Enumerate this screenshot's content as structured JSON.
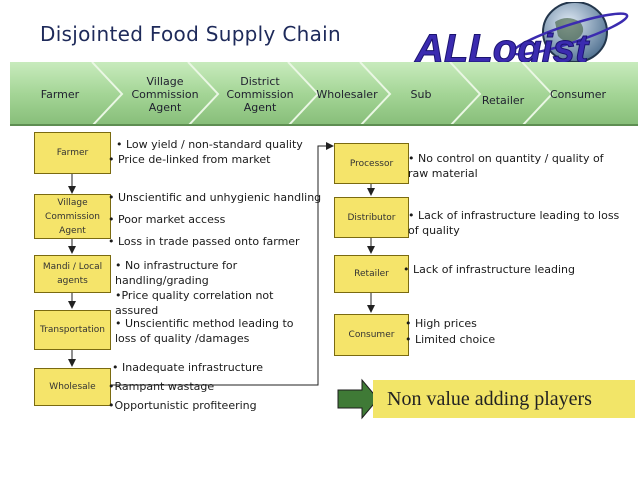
{
  "title": "Disjointed Food Supply Chain",
  "logo": {
    "text": "ALLogist",
    "name": "allogistics-globe-logo"
  },
  "band": [
    {
      "label": "Farmer"
    },
    {
      "label": "Village\nCommission\nAgent"
    },
    {
      "label": "District\nCommission\nAgent"
    },
    {
      "label": "Wholesaler"
    },
    {
      "label": "Sub"
    },
    {
      "label": "Retailer"
    },
    {
      "label": "Consumer"
    }
  ],
  "left_steps": [
    {
      "label": "Farmer",
      "bullets": [
        "• Low yield / non-standard quality",
        "• Price de-linked from market"
      ]
    },
    {
      "label": "Village\nCommission\nAgent",
      "bullets": [
        "• Unscientific and unhygienic  handling",
        "• Poor market access",
        "• Loss in trade passed onto farmer"
      ]
    },
    {
      "label": "Mandi / Local\nagents",
      "bullets": [
        "• No infrastructure for",
        "handling/grading",
        "•Price quality correlation not",
        "assured"
      ]
    },
    {
      "label": "Transportation",
      "bullets": [
        "• Unscientific method leading to",
        "loss of quality /damages"
      ]
    },
    {
      "label": "Wholesale",
      "bullets": [
        "• Inadequate infrastructure",
        "•Rampant wastage",
        "•Opportunistic profiteering"
      ]
    }
  ],
  "right_steps": [
    {
      "label": "Processor",
      "bullets": [
        "• No control on quantity / quality of",
        "raw material"
      ]
    },
    {
      "label": "Distributor",
      "bullets": [
        "• Lack of infrastructure leading to loss",
        "of quality"
      ]
    },
    {
      "label": "Retailer",
      "bullets": [
        "• Lack of infrastructure leading"
      ]
    },
    {
      "label": "Consumer",
      "bullets": [
        "• High prices",
        "• Limited choice"
      ]
    }
  ],
  "legend": {
    "text": "Non value adding players",
    "arrow_color": "#3f7a36",
    "bg_color": "#f2e568"
  },
  "colors": {
    "box_fill": "#f5e46a",
    "band_fill": "#a9d79a",
    "band_dark": "#7aa86c",
    "title": "#1e2a5a"
  }
}
